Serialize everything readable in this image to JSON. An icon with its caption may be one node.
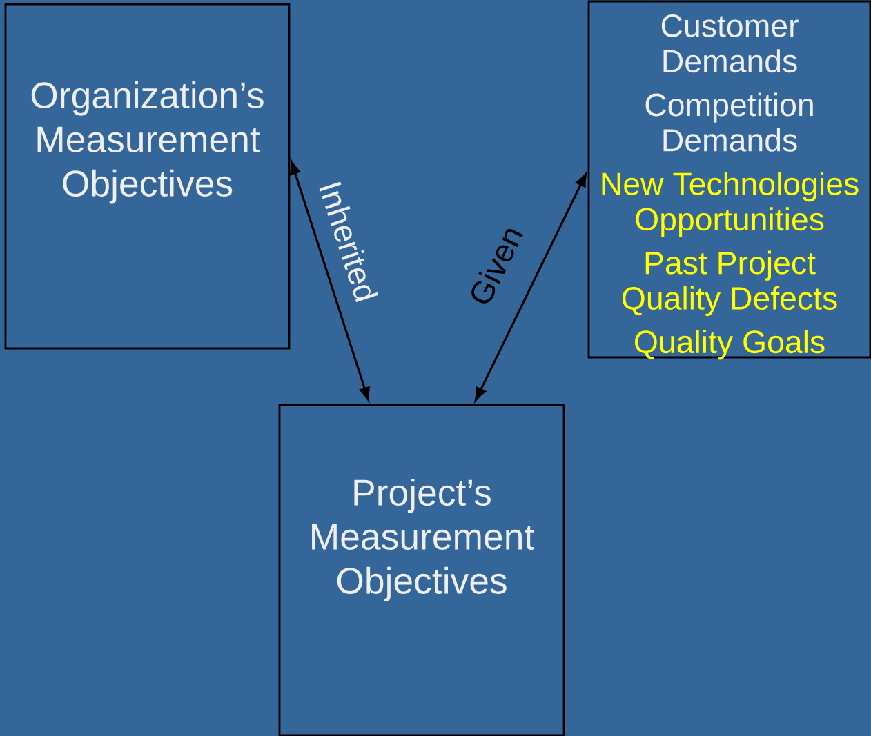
{
  "diagram": {
    "nodes": [
      {
        "text": [
          "Organization’s Measurement Objectives"
        ]
      },
      {
        "text": [
          "Customer Demands",
          "Competition Demands",
          "New Technologies Opportunities",
          "Past Project Quality Defects",
          "Quality Goals"
        ]
      },
      {
        "text": [
          "Project’s Measurement Objectives"
        ]
      }
    ],
    "edges": [
      {
        "from": 2,
        "to": 0,
        "arrow": "both",
        "label": "Inherited"
      },
      {
        "from": 2,
        "to": 1,
        "arrow": "both",
        "label": "Given"
      }
    ]
  }
}
